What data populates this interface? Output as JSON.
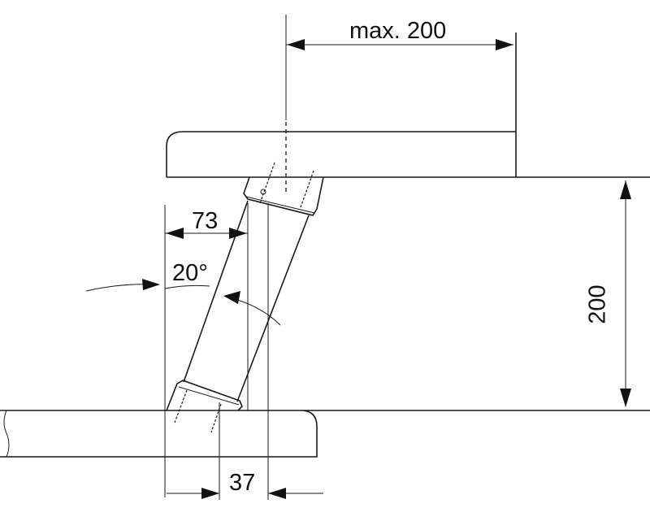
{
  "dimensions": {
    "max_offset": "max. 200",
    "height": "200",
    "horizontal_offset": "73",
    "base_offset": "37",
    "angle": "20°"
  }
}
